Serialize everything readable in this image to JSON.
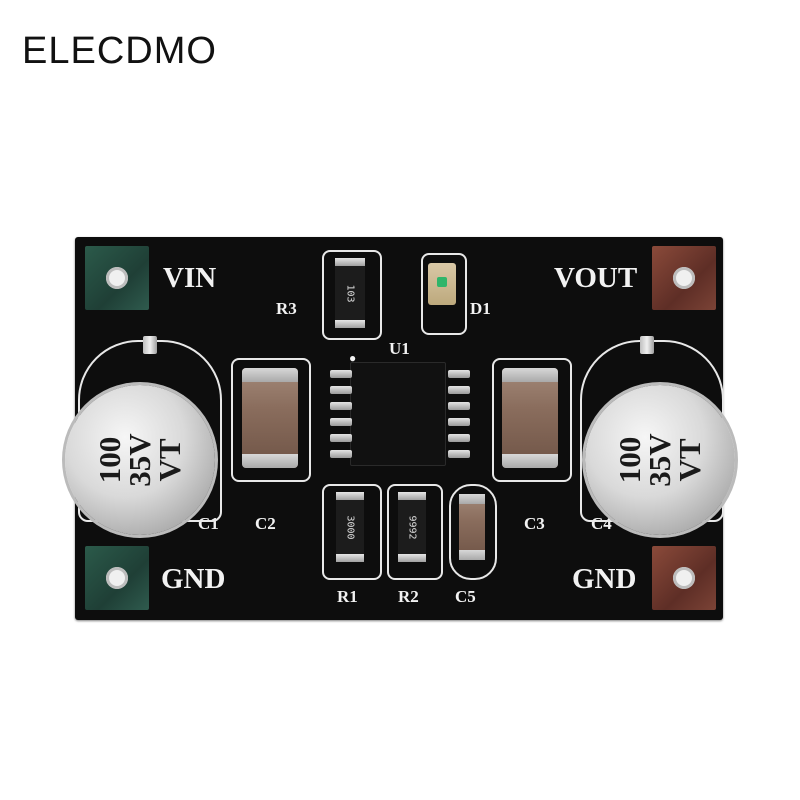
{
  "brand": "ELECDMO",
  "board": {
    "labels": {
      "vin": "VIN",
      "vout": "VOUT",
      "gnd_left": "GND",
      "gnd_right": "GND",
      "r3": "R3",
      "d1": "D1",
      "u1": "U1",
      "c1": "C1",
      "c2": "C2",
      "c3": "C3",
      "c4": "C4",
      "r1": "R1",
      "r2": "R2",
      "c5": "C5"
    },
    "component_markings": {
      "r3": "103",
      "r1": "3000",
      "r2": "9992",
      "electrolytic_left": "100\n35V\nVT",
      "electrolytic_right": "100\n35V\nVT"
    },
    "colors": {
      "pcb": "#0d0d0d",
      "silkscreen": "#f2f2f2",
      "led": "#2fb56a"
    }
  }
}
